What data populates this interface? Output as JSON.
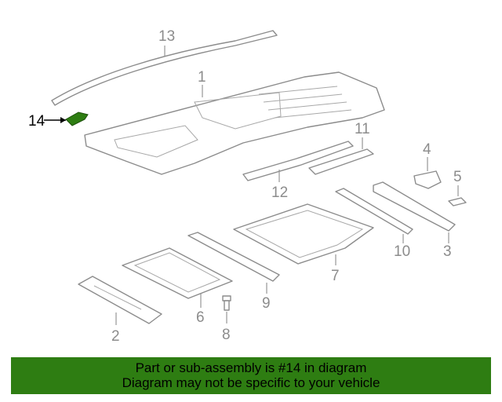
{
  "diagram": {
    "highlight_color": "#2e7d12",
    "callouts": {
      "c1": "1",
      "c2": "2",
      "c3": "3",
      "c4": "4",
      "c5": "5",
      "c6": "6",
      "c7": "7",
      "c8": "8",
      "c9": "9",
      "c10": "10",
      "c11": "11",
      "c12": "12",
      "c13": "13",
      "c14": "14"
    }
  },
  "banner": {
    "line1": "Part or sub-assembly is #14 in diagram",
    "line2": "Diagram may not be specific to your vehicle",
    "background": "#2e7d12"
  }
}
